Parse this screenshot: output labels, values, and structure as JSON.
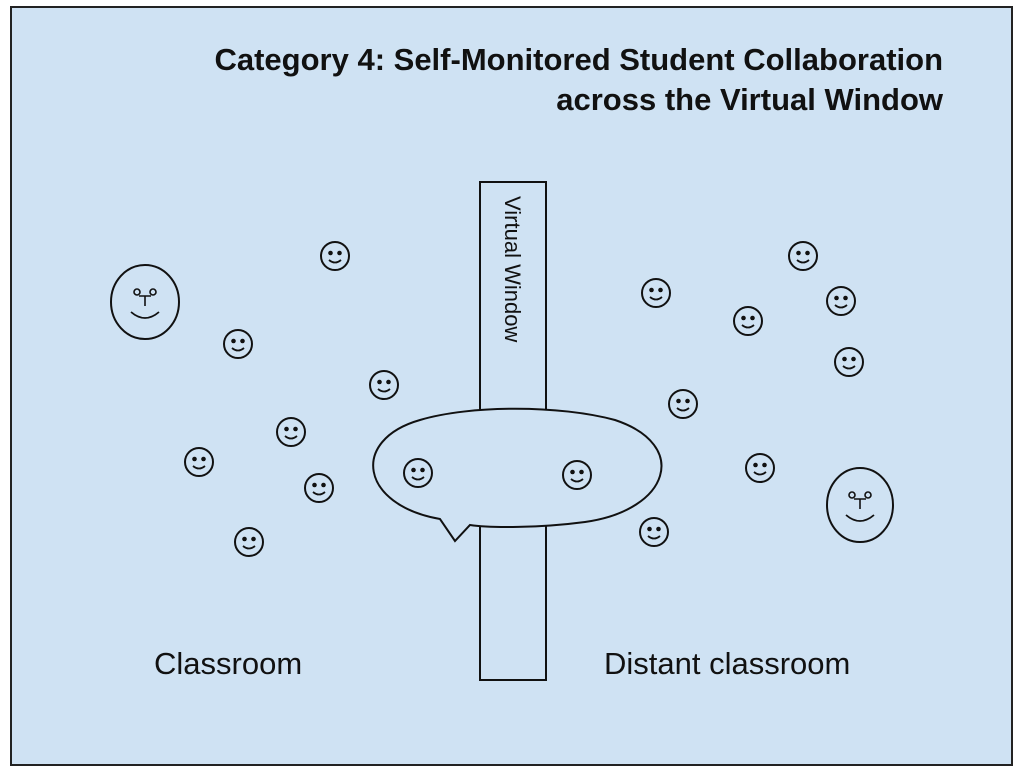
{
  "title": {
    "line1": "Category 4: Self-Monitored Student Collaboration",
    "line2": "across the Virtual Window"
  },
  "virtual_window_label": "Virtual Window",
  "classroom_label": "Classroom",
  "distant_classroom_label": "Distant classroom",
  "colors": {
    "background": "#cfe2f3",
    "stroke": "#111111"
  },
  "icons": {
    "student": "smiley-face-icon",
    "teacher": "teacher-face-icon"
  }
}
